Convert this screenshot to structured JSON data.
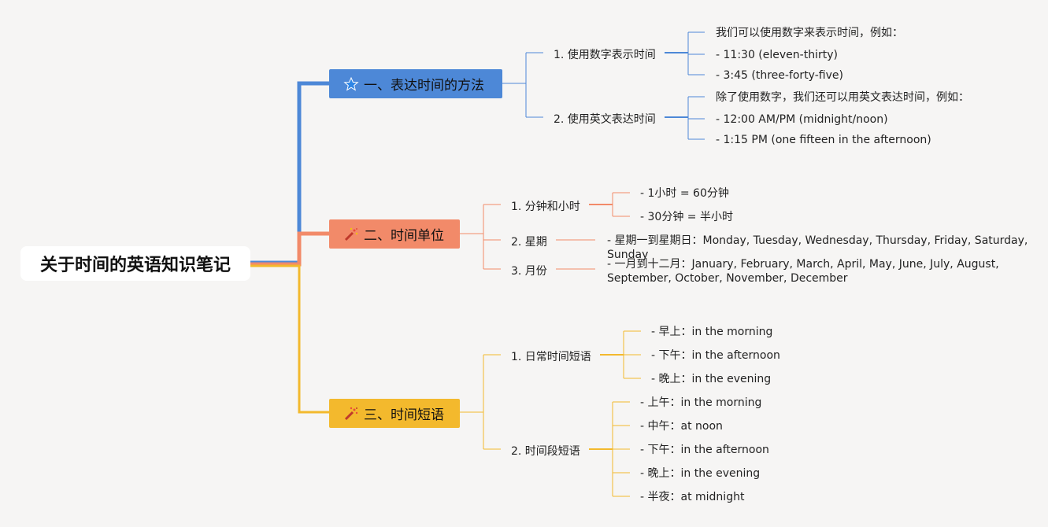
{
  "root": {
    "title": "关于时间的英语知识笔记"
  },
  "branches": [
    {
      "title": "一、表达时间的方法",
      "icon": "star-icon",
      "color": "#4d88d7",
      "children": [
        {
          "label": "1. 使用数字表示时间",
          "leaves": [
            "我们可以使用数字来表示时间，例如：",
            "- 11:30 (eleven-thirty)",
            "- 3:45 (three-forty-five)"
          ]
        },
        {
          "label": "2. 使用英文表达时间",
          "leaves": [
            "除了使用数字，我们还可以用英文表达时间，例如：",
            "- 12:00 AM/PM (midnight/noon)",
            "- 1:15 PM (one fifteen in the afternoon)"
          ]
        }
      ]
    },
    {
      "title": "二、时间单位",
      "icon": "firework-icon",
      "color": "#f28a69",
      "children": [
        {
          "label": "1. 分钟和小时",
          "leaves": [
            "- 1小时 = 60分钟",
            "- 30分钟 = 半小时"
          ]
        },
        {
          "label": "2. 星期",
          "leaves": [
            "- 星期一到星期日：Monday, Tuesday, Wednesday, Thursday, Friday, Saturday, Sunday"
          ]
        },
        {
          "label": "3. 月份",
          "leaves": [
            "- 一月到十二月：January, February, March, April, May, June, July, August, September, October, November, December"
          ]
        }
      ]
    },
    {
      "title": "三、时间短语",
      "icon": "firework-icon",
      "color": "#f3b92d",
      "children": [
        {
          "label": "1. 日常时间短语",
          "leaves": [
            "- 早上：in the morning",
            "- 下午：in the afternoon",
            "- 晚上：in the evening"
          ]
        },
        {
          "label": "2. 时间段短语",
          "leaves": [
            "- 上午：in the morning",
            "- 中午：at noon",
            "- 下午：in the afternoon",
            "- 晚上：in the evening",
            "- 半夜：at midnight"
          ]
        }
      ]
    }
  ]
}
